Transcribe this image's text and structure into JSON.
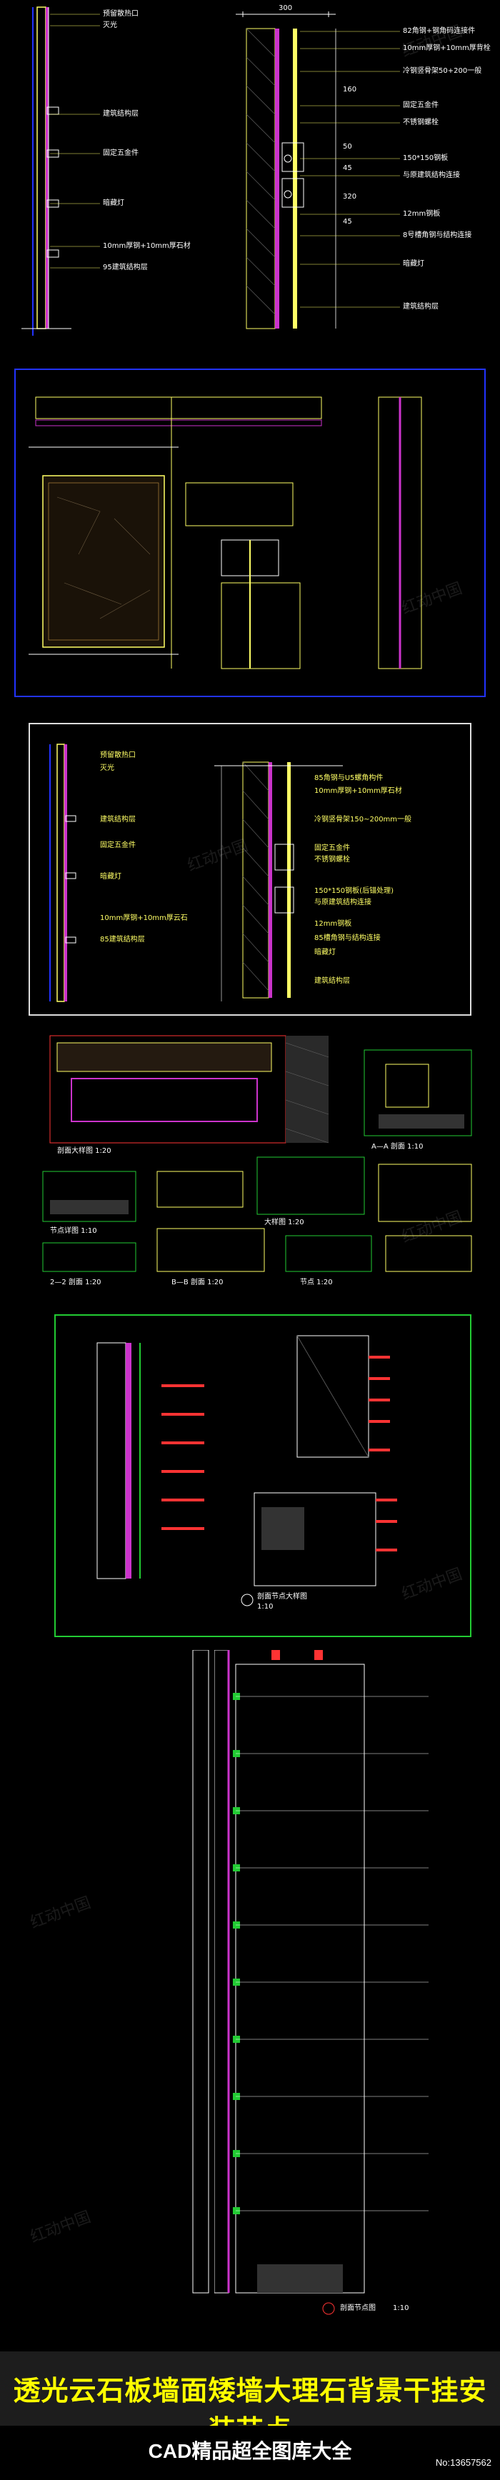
{
  "palette": {
    "yellow": "#ffff66",
    "cyan": "#33e6e6",
    "red": "#ff3333",
    "blue": "#2233ff",
    "green": "#22cc33",
    "magenta": "#cc33cc"
  },
  "panel1": {
    "dim_top": "300",
    "left_labels": [
      "预留散热口",
      "灭光",
      "建筑结构层",
      "固定五金件",
      "暗藏灯",
      "10mm厚钢+10mm厚石材",
      "95建筑结构层"
    ],
    "right_labels": [
      "82角钢+钢角码连接件",
      "10mm厚钢+10mm厚背栓",
      "冷钢竖骨架50+200一般",
      "固定五金件",
      "不锈钢螺栓",
      "150*150钢板",
      "与原建筑结构连接",
      "12mm钢板",
      "8号槽角钢与结构连接",
      "暗藏灯",
      "建筑结构层"
    ],
    "dims": [
      "160",
      "50",
      "45",
      "320",
      "45"
    ]
  },
  "panel3": {
    "left_labels": [
      "预留散热口",
      "灭光",
      "建筑结构层",
      "固定五金件",
      "暗藏灯",
      "10mm厚钢+10mm厚云石",
      "85建筑结构层"
    ],
    "right_labels": [
      "85角钢与U5螺角构件",
      "10mm厚钢+10mm厚石材",
      "冷钢竖骨架150~200mm一般",
      "固定五金件",
      "不锈钢螺栓",
      "150*150钢板(后锚处理)",
      "与原建筑结构连接",
      "12mm钢板",
      "85槽角钢与结构连接",
      "暗藏灯",
      "建筑结构层"
    ]
  },
  "panel4": {
    "captions": [
      "剖面大样图 1:20",
      "A—A 剖面 1:10",
      "节点详图 1:10",
      "大样图 1:20",
      "2—2 剖面 1:20",
      "B—B 剖面 1:20",
      "节点 1:20"
    ]
  },
  "panel5": {
    "caption": "剖面节点大样图",
    "scale": "1:10"
  },
  "panel6": {
    "caption": "剖面节点图",
    "scale": "1:10"
  },
  "watermark": "红动中国",
  "footer": {
    "title": "透光云石板墙面矮墙大理石背景干挂安装节点",
    "subtitle": "CAD精品超全图库大全",
    "product_id": "No:13657562"
  }
}
